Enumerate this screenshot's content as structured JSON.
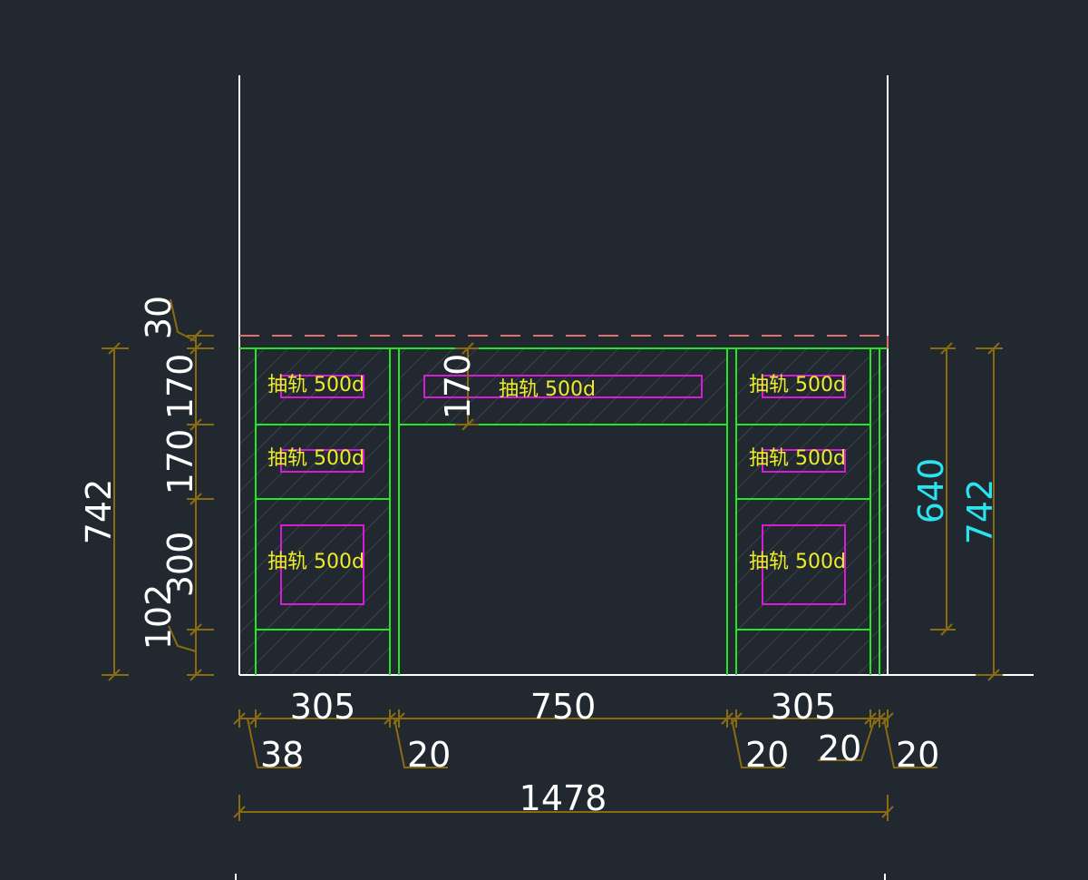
{
  "colors": {
    "background": "#212830",
    "dimension_line": "#8a6c10",
    "panel_line": "#22e722",
    "slide_rect": "#d61cd6",
    "slide_label": "#ecec2a",
    "outline": "#ffffff",
    "top_dashed": "#e07070",
    "cyan_dimension": "#29e3ee"
  },
  "slide_labels": [
    "抽轨 500d",
    "抽轨 500d",
    "抽轨 500d",
    "抽轨 500d",
    "抽轨 500d",
    "抽轨 500d",
    "抽轨 500d"
  ],
  "dimensions": {
    "top_board": "30",
    "left_drawer_1": "170",
    "left_drawer_2": "170",
    "left_drawer_3": "300",
    "left_base": "102",
    "left_total": "742",
    "middle_drawer": "170",
    "right_inner": "640",
    "right_total": "742",
    "bottom_left_cabinet": "305",
    "bottom_middle": "750",
    "bottom_right_cabinet": "305",
    "bottom_left_offset": "38",
    "bottom_panel_a": "20",
    "bottom_panel_b": "20",
    "bottom_panel_c": "20",
    "bottom_panel_d": "20",
    "overall_width": "1478"
  }
}
